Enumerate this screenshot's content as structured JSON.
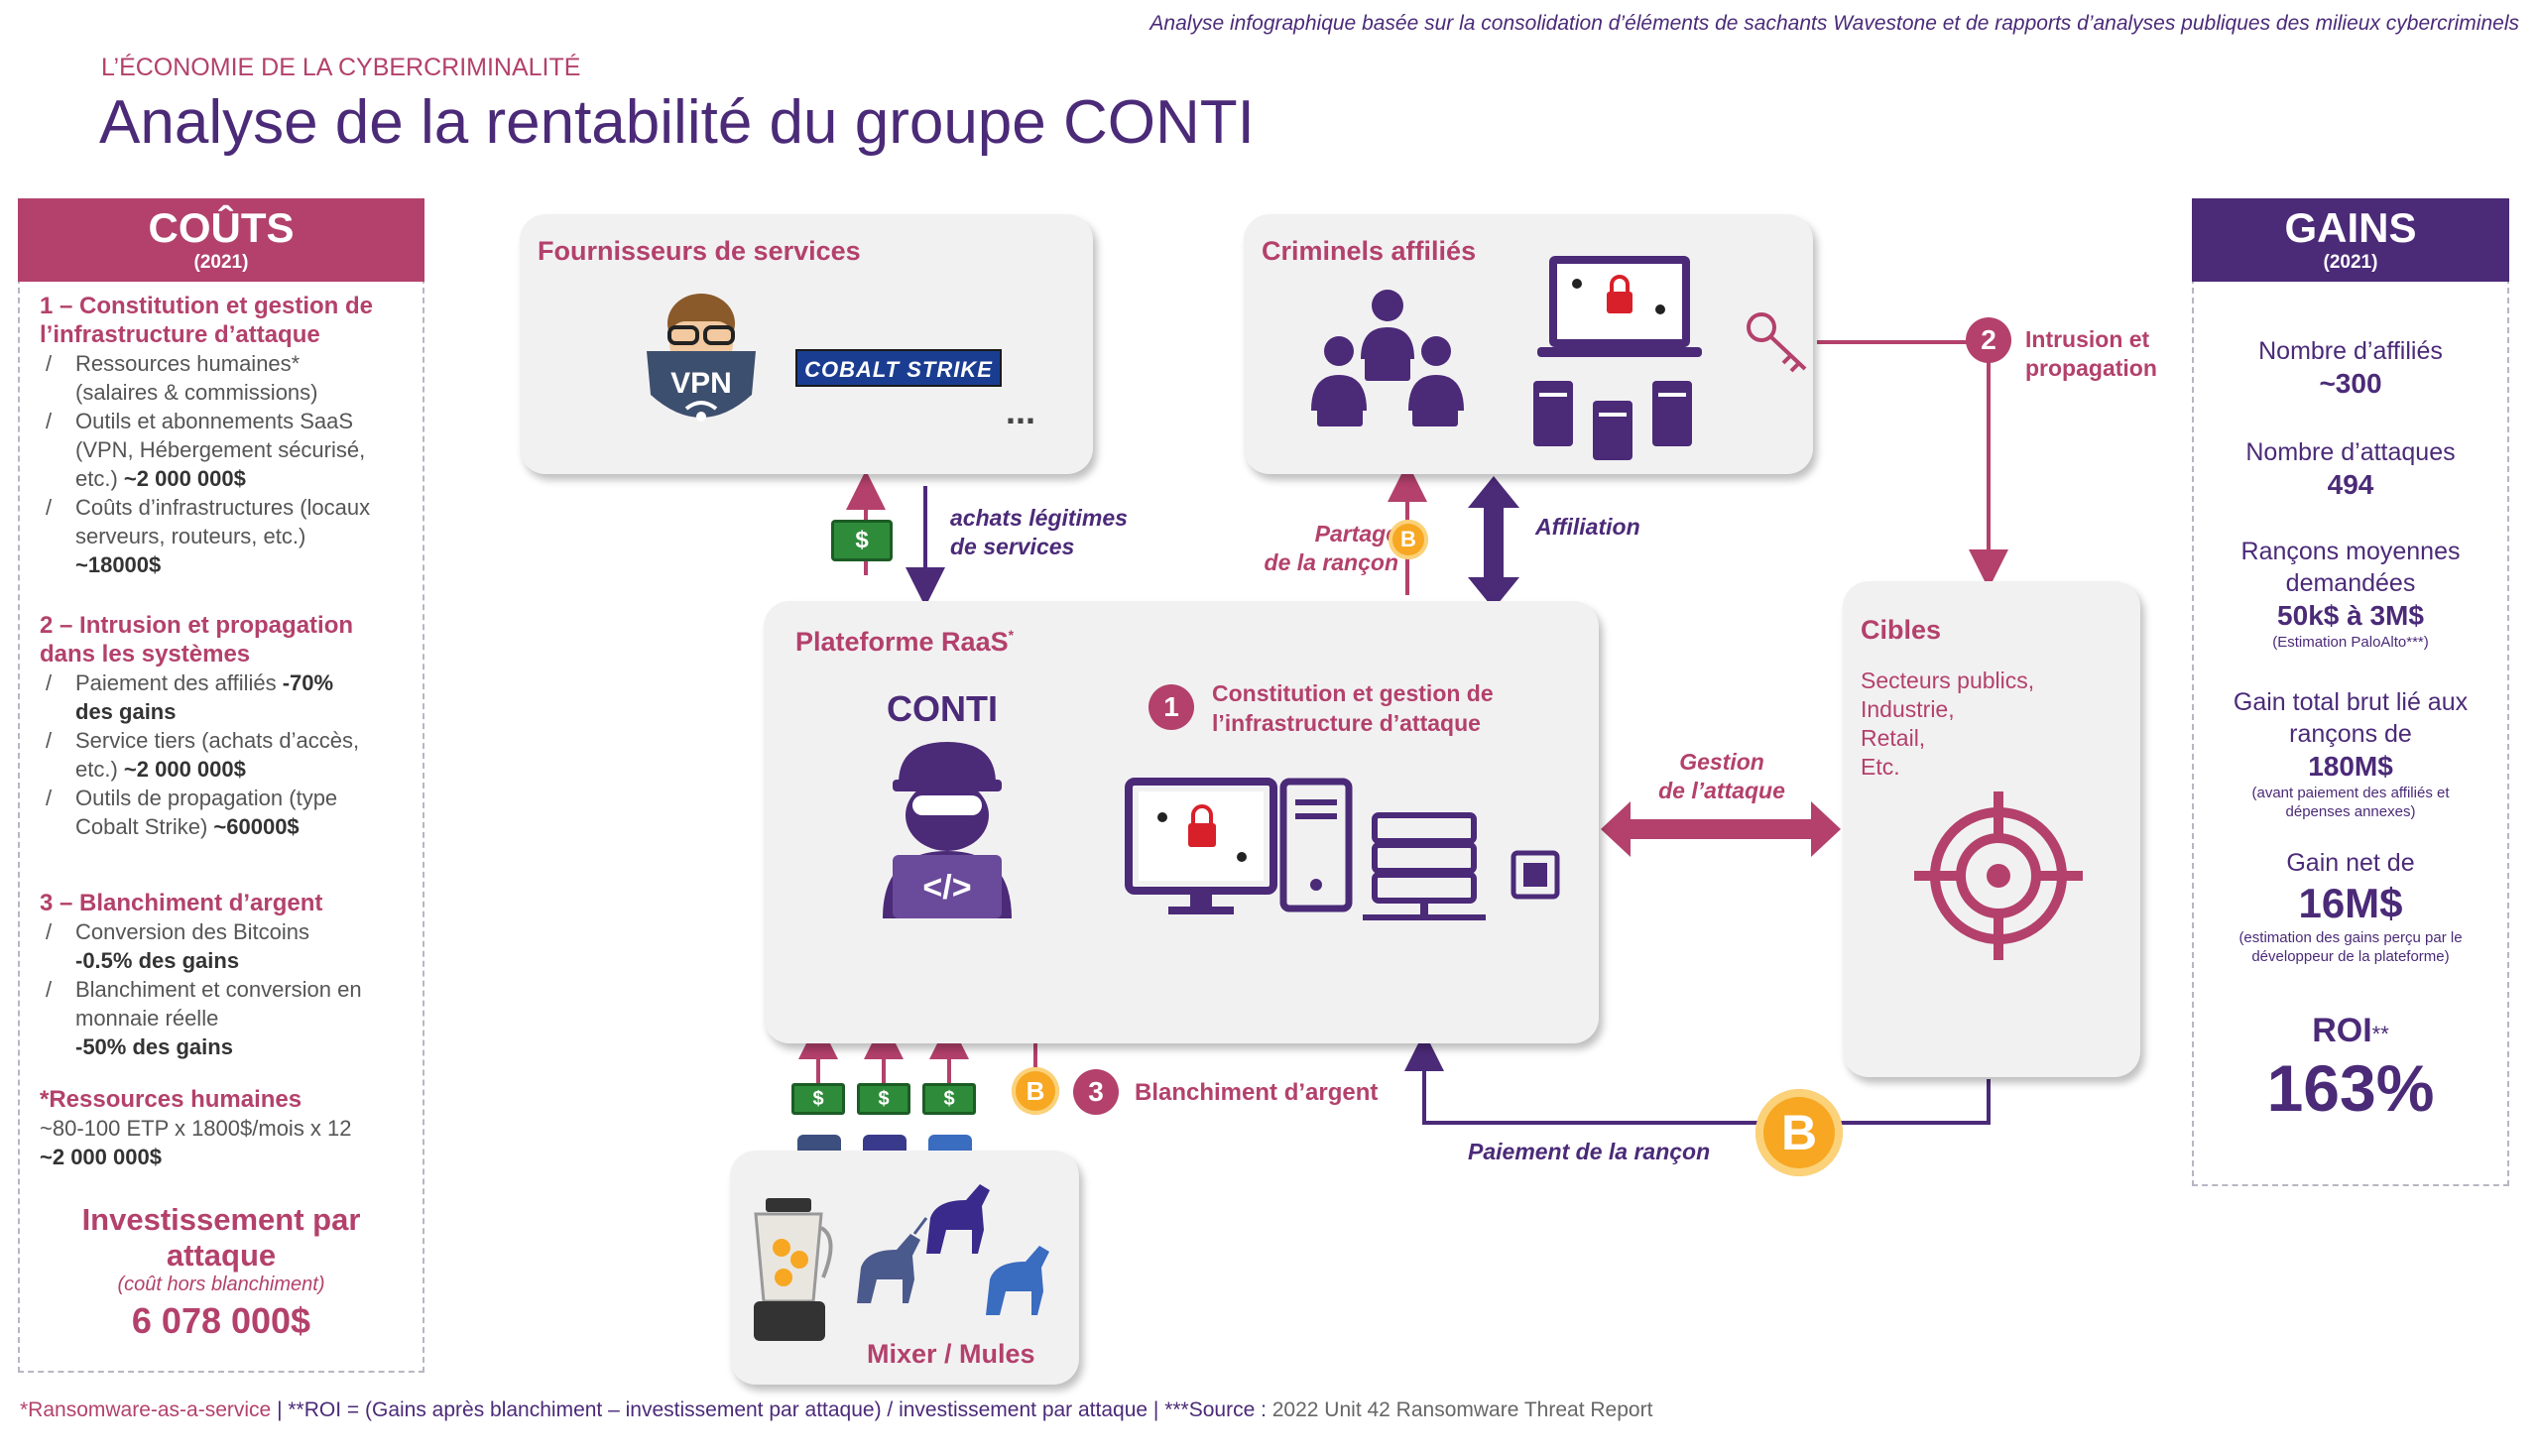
{
  "header": {
    "source_note": "Analyse infographique basée sur la consolidation d’éléments de sachants Wavestone et de rapports d’analyses publiques des milieux cybercriminels",
    "kicker": "L’ÉCONOMIE DE LA CYBERCRIMINALITÉ",
    "title": "Analyse de la rentabilité du groupe CONTI"
  },
  "costs": {
    "title": "COÛTS",
    "year": "(2021)",
    "sections": [
      {
        "title_l1": "1 – Constitution et gestion de",
        "title_l2": "l’infrastructure d’attaque",
        "b1_l1": "Ressources humaines*",
        "b1_l2": "(salaires & commissions)",
        "b2_l1": "Outils et abonnements SaaS",
        "b2_l2": "(VPN, Hébergement sécurisé,",
        "b2_l3": "etc.)",
        "b2_val": "~2 000 000$",
        "b3_l1": "Coûts d’infrastructures (locaux",
        "b3_l2": "serveurs, routeurs, etc.)",
        "b3_val": "~18000$"
      },
      {
        "title_l1": "2 – Intrusion et propagation",
        "title_l2": "dans les systèmes",
        "b1_l1": "Paiement des affiliés",
        "b1_val1": "-70%",
        "b1_val2": "des gains",
        "b2_l1": "Service tiers (achats d’accès,",
        "b2_l2": "etc.)",
        "b2_val": "~2 000 000$",
        "b3_l1": "Outils de propagation (type",
        "b3_l2": "Cobalt Strike)",
        "b3_val": "~60000$"
      },
      {
        "title_l1": "3 – Blanchiment d’argent",
        "b1_l1": "Conversion des Bitcoins",
        "b1_val": "-0.5% des gains",
        "b2_l1": "Blanchiment et conversion en",
        "b2_l2": "monnaie réelle",
        "b2_val": "-50% des gains"
      }
    ],
    "hr_note": {
      "title": "*Ressources humaines",
      "line": "~80-100 ETP x 1800$/mois x 12",
      "value": "~2 000 000$"
    },
    "investment": {
      "l1": "Investissement par",
      "l2": "attaque",
      "sub": "(coût hors blanchiment)",
      "value": "6 078 000$"
    }
  },
  "gains": {
    "title": "GAINS",
    "year": "(2021)",
    "affiliates_label": "Nombre d’affiliés",
    "affiliates_value": "~300",
    "attacks_label": "Nombre d’attaques",
    "attacks_value": "494",
    "ransom_l1": "Rançons moyennes",
    "ransom_l2": "demandées",
    "ransom_value": "50k$ à 3M$",
    "ransom_sub": "(Estimation PaloAlto***)",
    "gross_l1": "Gain total brut lié aux",
    "gross_l2": "rançons de",
    "gross_value": "180M$",
    "gross_sub1": "(avant paiement des affiliés et",
    "gross_sub2": "dépenses annexes)",
    "net_label": "Gain net de",
    "net_value": "16M$",
    "net_sub1": "(estimation des gains perçu par le",
    "net_sub2": "développeur de la plateforme)",
    "roi_label": "ROI",
    "roi_stars": "**",
    "roi_value": "163%"
  },
  "diagram": {
    "providers_title": "Fournisseurs de services",
    "vpn": "VPN",
    "cobalt": "COBALT STRIKE",
    "ellipsis": "...",
    "affiliates_title": "Criminels affiliés",
    "purchases_l1": "achats légitimes",
    "purchases_l2": "de services",
    "share_l1": "Partage",
    "share_l2": "de la rançon",
    "affiliation": "Affiliation",
    "intrusion_num": "2",
    "intrusion_l1": "Intrusion et",
    "intrusion_l2": "propagation",
    "platform_title": "Plateforme RaaS",
    "platform_star": "*",
    "conti": "CONTI",
    "infra_num": "1",
    "infra_l1": "Constitution et gestion de",
    "infra_l2": "l’infrastructure d’attaque",
    "mgmt_l1": "Gestion",
    "mgmt_l2": "de l’attaque",
    "targets_title": "Cibles",
    "targets_l1": "Secteurs publics,",
    "targets_l2": "Industrie,",
    "targets_l3": "Retail,",
    "targets_l4": "Etc.",
    "laundering_num": "3",
    "laundering": "Blanchiment d’argent",
    "mixer": "Mixer / Mules",
    "payment": "Paiement de la rançon",
    "btc": "B",
    "dollar": "$"
  },
  "footer": {
    "p1": "*Ransomware-as-a-service",
    "p2": " | **ROI = (Gains après blanchiment – investissement par attaque) / investissement par attaque | ***Source :",
    "p3": " 2022 Unit 42 Ransomware Threat Report"
  },
  "colors": {
    "purple": "#4b2a78",
    "rose": "#b3416b",
    "gold": "#f7a722",
    "money_green": "#2e8b3a"
  }
}
